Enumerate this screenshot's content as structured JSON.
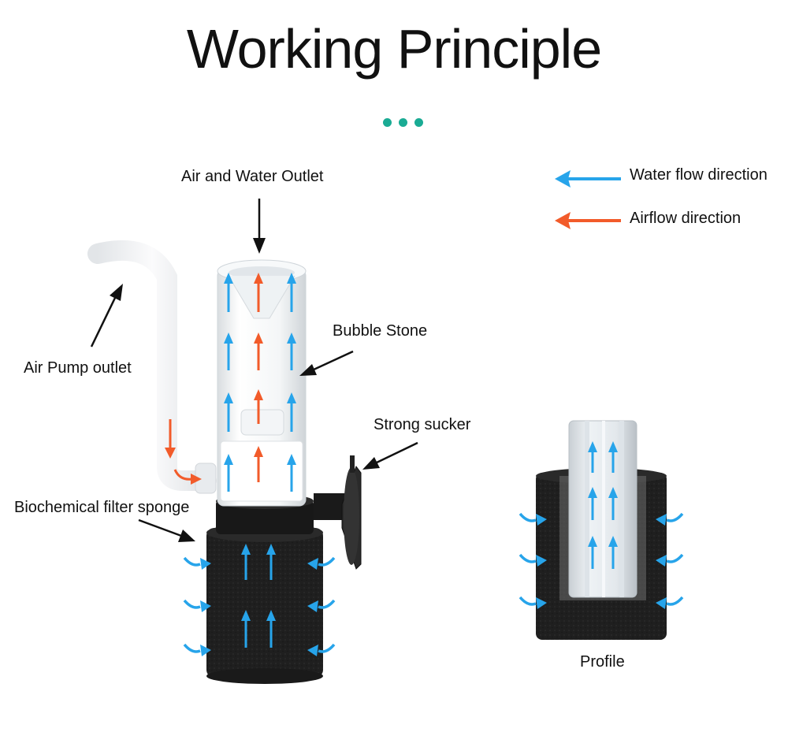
{
  "title": "Working Principle",
  "decor": {
    "dots": 3,
    "dot_color": "#1aab94"
  },
  "legend": {
    "water": {
      "label": "Water flow direction",
      "color": "#27a4ea"
    },
    "air": {
      "label": "Airflow direction",
      "color": "#f25b2a"
    }
  },
  "callouts": {
    "outlet": "Air and Water Outlet",
    "pump": "Air Pump outlet",
    "bubble": "Bubble Stone",
    "sucker": "Strong sucker",
    "sponge": "Biochemical filter sponge",
    "profile": "Profile"
  },
  "colors": {
    "sponge": "#1c1c1c",
    "tube": "#eef1f3",
    "pointer": "#111111"
  }
}
